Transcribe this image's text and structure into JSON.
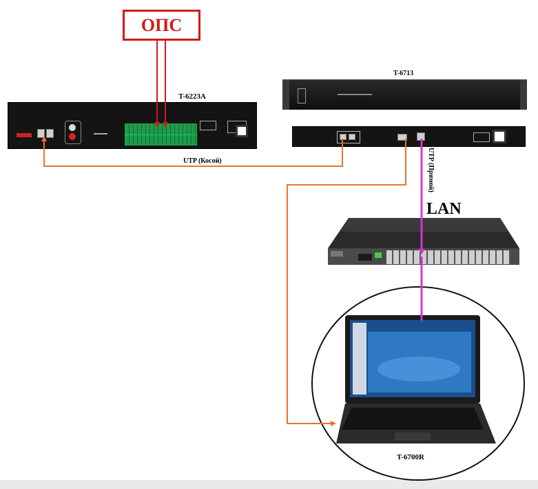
{
  "ops": {
    "label": "ОПС"
  },
  "devices": {
    "t6223a": {
      "label": "T-6223A"
    },
    "t6713": {
      "label": "T-6713"
    },
    "t6700r": {
      "label": "T-6700R"
    }
  },
  "links": {
    "utp_cross": {
      "label": "UTP (Косой)"
    },
    "utp_straight": {
      "label": "UTP (Прямой)"
    },
    "lan": {
      "label": "LAN"
    }
  },
  "colors": {
    "ops_red": "#d21a1a",
    "utp_orange": "#e8742a",
    "lan_magenta": "#d633d0",
    "device_black": "#141414"
  }
}
